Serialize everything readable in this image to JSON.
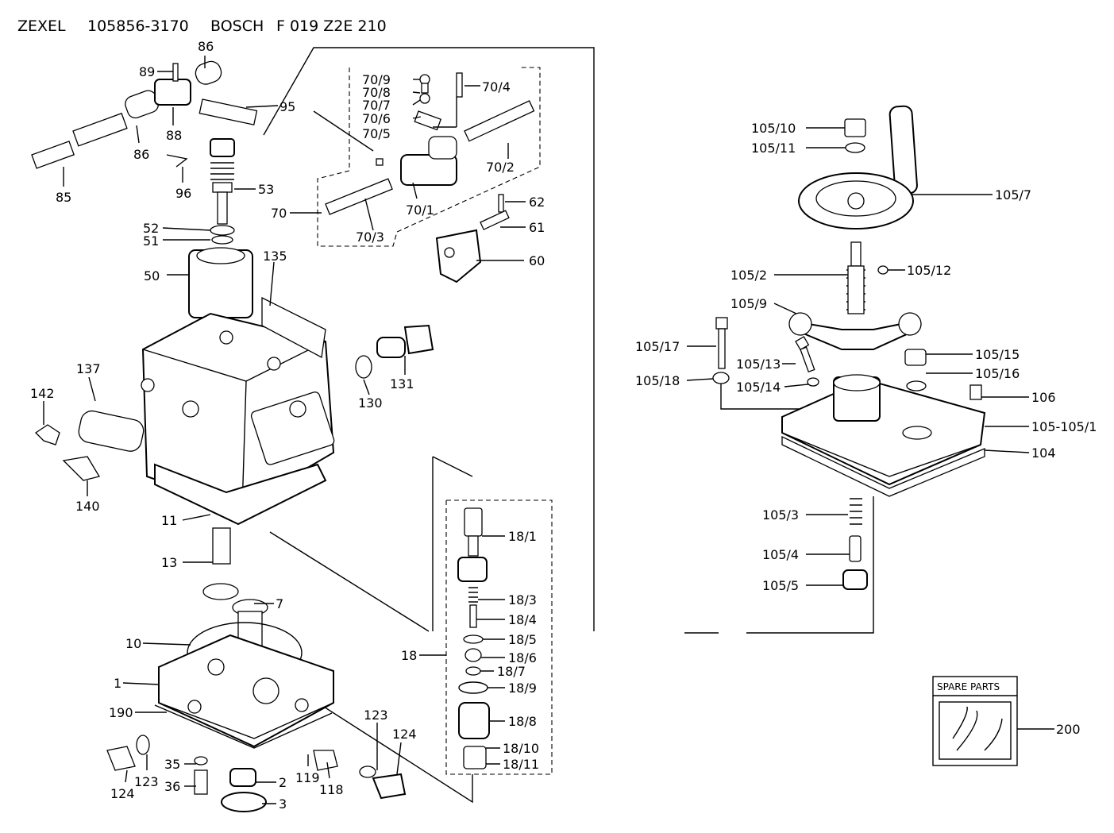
{
  "header": {
    "brand": "ZEXEL",
    "zexel_no": "105856-3170",
    "maker": "BOSCH",
    "bosch_no": "F 019 Z2E 210"
  },
  "spare_parts": {
    "label": "SPARE PARTS",
    "number": "200"
  },
  "labels": {
    "p86a": "86",
    "p89": "89",
    "p88": "88",
    "p86b": "86",
    "p95": "95",
    "p85": "85",
    "p96": "96",
    "p53": "53",
    "p52": "52",
    "p51": "51",
    "p50": "50",
    "p135": "135",
    "p70_9": "70/9",
    "p70_8": "70/8",
    "p70_7": "70/7",
    "p70_6": "70/6",
    "p70_5": "70/5",
    "p70_4": "70/4",
    "p70_2": "70/2",
    "p70": "70",
    "p70_3": "70/3",
    "p70_1": "70/1",
    "p62": "62",
    "p61": "61",
    "p60": "60",
    "p130": "130",
    "p131": "131",
    "p137": "137",
    "p142": "142",
    "p140": "140",
    "p11": "11",
    "p13": "13",
    "p7": "7",
    "p10": "10",
    "p1": "1",
    "p190": "190",
    "p124a": "124",
    "p123a": "123",
    "p35": "35",
    "p36": "36",
    "p2": "2",
    "p3": "3",
    "p119": "119",
    "p118": "118",
    "p123b": "123",
    "p124b": "124",
    "p18": "18",
    "p18_1": "18/1",
    "p18_3": "18/3",
    "p18_4": "18/4",
    "p18_5": "18/5",
    "p18_6": "18/6",
    "p18_7": "18/7",
    "p18_9": "18/9",
    "p18_8": "18/8",
    "p18_10": "18/10",
    "p18_11": "18/11",
    "p105_10": "105/10",
    "p105_11": "105/11",
    "p105_7": "105/7",
    "p105_12": "105/12",
    "p105_2": "105/2",
    "p105_9": "105/9",
    "p105_17": "105/17",
    "p105_13": "105/13",
    "p105_18": "105/18",
    "p105_14": "105/14",
    "p105_15": "105/15",
    "p105_16": "105/16",
    "p106": "106",
    "p105_105_1": "105-105/1",
    "p104": "104",
    "p105_3": "105/3",
    "p105_4": "105/4",
    "p105_5": "105/5"
  }
}
